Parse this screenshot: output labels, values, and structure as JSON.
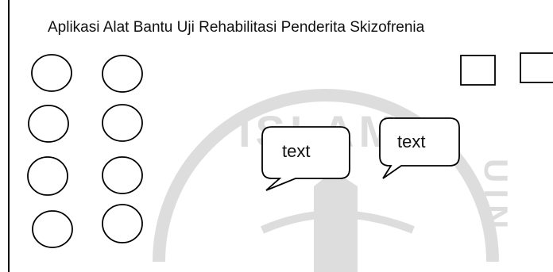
{
  "app": {
    "title": "Aplikasi Alat Bantu Uji Rehabilitasi Penderita Skizofrenia"
  },
  "circle_buttons": [
    {
      "id": "circle-1"
    },
    {
      "id": "circle-2"
    },
    {
      "id": "circle-3"
    },
    {
      "id": "circle-4"
    },
    {
      "id": "circle-5"
    },
    {
      "id": "circle-6"
    },
    {
      "id": "circle-7"
    },
    {
      "id": "circle-8"
    }
  ],
  "square_buttons": [
    {
      "id": "square-1"
    },
    {
      "id": "square-2"
    }
  ],
  "speech_bubbles": [
    {
      "text": "text"
    },
    {
      "text": "text"
    }
  ],
  "watermark": {
    "text": "ISLAM",
    "side_text": "UIN",
    "color": "#000000"
  },
  "colors": {
    "stroke": "#000000",
    "background": "#ffffff"
  }
}
